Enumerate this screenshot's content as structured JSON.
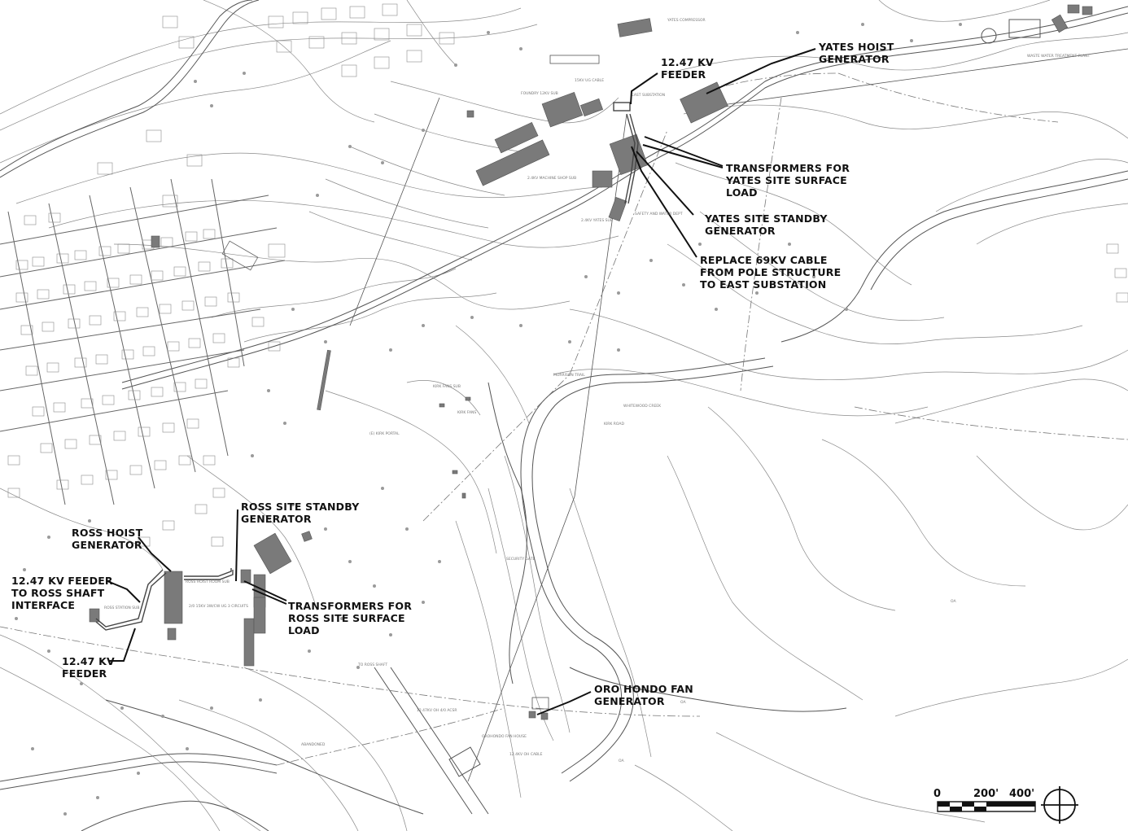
{
  "map": {
    "callouts": {
      "yates_hoist": [
        "YATES HOIST",
        "GENERATOR"
      ],
      "feeder_1247_yates": [
        "12.47 KV",
        "FEEDER"
      ],
      "transformers_yates": [
        "TRANSFORMERS FOR",
        "YATES SITE SURFACE",
        "LOAD"
      ],
      "yates_standby": [
        "YATES SITE STANDBY",
        "GENERATOR"
      ],
      "replace_69kv": [
        "REPLACE 69KV CABLE",
        "FROM POLE STRUCTURE",
        "TO EAST SUBSTATION"
      ],
      "ross_standby": [
        "ROSS SITE STANDBY",
        "GENERATOR"
      ],
      "ross_hoist": [
        "ROSS HOIST",
        "GENERATOR"
      ],
      "feeder_ross_shaft": [
        "12.47 KV FEEDER",
        "TO ROSS SHAFT",
        "INTERFACE"
      ],
      "transformers_ross": [
        "TRANSFORMERS FOR",
        "ROSS SITE SURFACE",
        "LOAD"
      ],
      "feeder_1247_ross": [
        "12.47 KV",
        "FEEDER"
      ],
      "oro_hondo": [
        "ORO HONDO FAN",
        "GENERATOR"
      ]
    },
    "small_labels": {
      "compressor": "YATES COMPRESSOR",
      "waste_water": "WASTE WATER TREATMENT PLANT",
      "cable_15kv": "15KV UG CABLE",
      "foundry": "FOUNDRY 12KV SUB",
      "east_sub": "EAST SUBSTATION",
      "machine_shop": "2.4KV MACHINE SHOP SUB",
      "yates_sub": "2.4KV YATES SUB",
      "safety": "SAFETY AND WATER DEPT",
      "kirk_fans_sub": "KIRK FANS SUB",
      "kirk_fans": "KIRK FANS",
      "kirk_portal": "(E) KIRK PORTAL",
      "morrison_trail": "MORRISON TRAIL",
      "whitewood": "WHITEWOOD CREEK",
      "kirk_road": "KIRK ROAD",
      "security_gate": "SECURITY GATE",
      "ross_hoist_room": "ROSS HOIST ROOM SUB",
      "ross_station": "ROSS STATION SUB",
      "to_ross_shaft": "TO ROSS SHAFT",
      "ug_cable": "2/0 15KV 3W/CW UG 3 CIRCUITS",
      "oro_hondo_sub": "OROHONDO FAN HOUSE",
      "cable_124": "12.47KV OH 4/0 ACSR",
      "oh_cable": "12.4KV OH CABLE",
      "abandoned": "ABANDONED",
      "oa1": "OA",
      "oa2": "OA",
      "oa3": "OA"
    },
    "scale": {
      "zero": "0",
      "mid": "200'",
      "max": "400'"
    }
  }
}
